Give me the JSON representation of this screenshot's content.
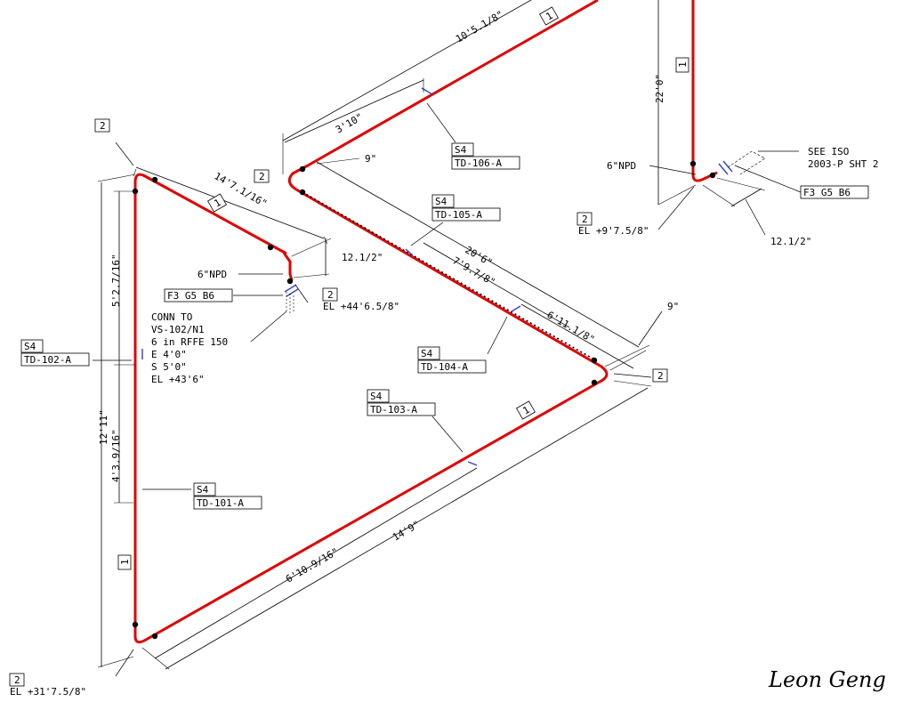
{
  "labels": {
    "dim_10_5_1_8": "10'5.1/8\"",
    "dim_22_0": "22'0\"",
    "dim_3_10": "3'10\"",
    "dim_9_top": "9\"",
    "dim_14_7_1_16": "14'7.1/16\"",
    "dim_12_1_2_mid": "12.1/2\"",
    "dim_20_6": "20'6\"",
    "dim_7_9_7_8": "7'9.7/8\"",
    "dim_6_11_1_8": "6'11.1/8\"",
    "dim_9_right": "9\"",
    "dim_5_2_7_16": "5'2.7/16\"",
    "dim_12_11": "12'11\"",
    "dim_4_3_9_16": "4'3.9/16\"",
    "dim_6_10_9_16": "6'10.9/16\"",
    "dim_14_9": "14'9\"",
    "dim_12_1_2_right": "12.1/2\"",
    "npd_left": "6\"NPD",
    "npd_right": "6\"NPD",
    "flange_left": "F3 G5 B6",
    "flange_right": "F3 G5 B6",
    "see_iso_1": "SEE ISO",
    "see_iso_2": "2003-P SHT 2",
    "el_right": "EL +9'7.5/8\"",
    "el_mid": "EL +44'6.5/8\"",
    "el_bottom": "EL +31'7.5/8\"",
    "conn": [
      "CONN TO",
      "VS-102/N1",
      "6 in RFFE 150",
      "E 4'0\"",
      "S 5'0\"",
      "EL +43'6\""
    ],
    "s4": "S4",
    "td_106": "TD-106-A",
    "td_105": "TD-105-A",
    "td_104": "TD-104-A",
    "td_103": "TD-103-A",
    "td_102": "TD-102-A",
    "td_101": "TD-101-A",
    "one": "1",
    "two": "2",
    "signature": "Leon Geng"
  },
  "colors": {
    "pipe": "#e00000",
    "flange": "#3344cc",
    "ink": "#000000"
  }
}
